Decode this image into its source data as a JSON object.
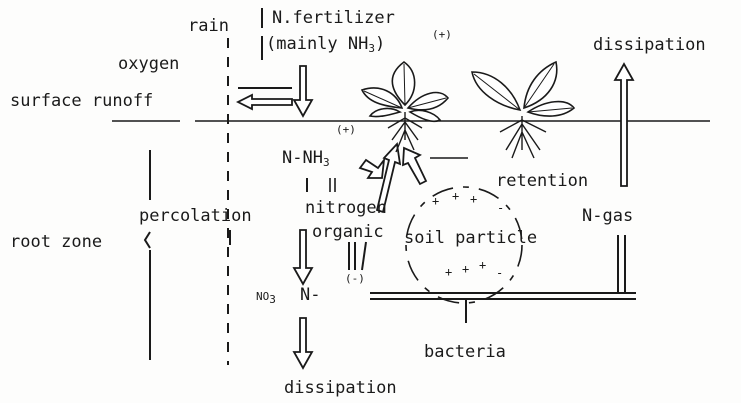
{
  "labels": {
    "rain": "rain",
    "n_fertilizer_line1": "N.fertilizer",
    "n_fertilizer_line2": "(mainly NH",
    "n_fertilizer_sub": "3",
    "n_fertilizer_close": ")",
    "plus_top": "(+)",
    "oxygen": "oxygen",
    "surface_runoff": "surface runoff",
    "dissipation_top": "dissipation",
    "plus_mid": "(+)",
    "n_nh3": "N-NH",
    "n_nh3_sub": "3",
    "retention": "retention",
    "percolation": "percolation",
    "nitrogen": "nitrogen",
    "n_gas": "N-gas",
    "root_zone": "root zone",
    "organic": "organic",
    "soil_particle": "soil particle",
    "minus": "(-)",
    "no3": "NO",
    "no3_sub": "3",
    "n_dash": "N-",
    "bacteria": "bacteria",
    "dissipation_bottom": "dissipation"
  }
}
